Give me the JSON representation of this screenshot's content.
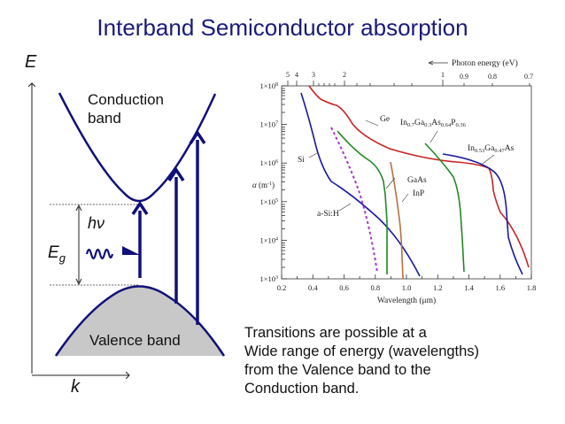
{
  "title": "Interband Semiconductor absorption",
  "band_diagram": {
    "energy_axis_label": "E",
    "momentum_axis_label": "k",
    "conduction_band_label_line1": "Conduction",
    "conduction_band_label_line2": "band",
    "valence_band_label": "Valence band",
    "photon_label": "hν",
    "gap_label": "E",
    "gap_label_sub": "g",
    "colors": {
      "band_lines": "#10107a",
      "valence_fill": "#c8c8c8",
      "title": "#1a1a7a"
    }
  },
  "description": {
    "lines": [
      "Transitions are possible at a",
      "Wide range of energy (wavelengths)",
      "from the Valence band to the",
      "Conduction band."
    ]
  },
  "chart_data": {
    "type": "line",
    "title": "",
    "xlabel": "Wavelength (µm)",
    "ylabel": "α (m⁻¹)",
    "top_axis_label": "← Photon energy (eV)",
    "top_axis_ticks": [
      "5",
      "4",
      "3",
      "2",
      "1",
      "0.9",
      "0.8",
      "0.7"
    ],
    "x_ticks": [
      "0.2",
      "0.4",
      "0.6",
      "0.8",
      "1.0",
      "1.2",
      "1.4",
      "1.6",
      "1.8"
    ],
    "y_ticks": [
      "1×10³",
      "1×10⁴",
      "1×10⁵",
      "1×10⁶",
      "1×10⁷",
      "1×10⁸"
    ],
    "xlim": [
      0.2,
      1.8
    ],
    "ylim": [
      1000,
      100000000
    ],
    "yscale": "log",
    "grid": false,
    "series": [
      {
        "name": "Ge",
        "color": "#cc2222",
        "x": [
          0.4,
          0.45,
          0.55,
          0.6,
          0.7,
          0.8,
          1.0,
          1.2,
          1.5,
          1.55,
          1.6,
          1.78
        ],
        "values": [
          100000000,
          55000000,
          40000000,
          25000000,
          10000000,
          5000000,
          2000000,
          1000000,
          600000,
          30000,
          8000,
          2000
        ]
      },
      {
        "name": "Si",
        "color": "#1a1aa0",
        "x": [
          0.35,
          0.4,
          0.45,
          0.5,
          0.6,
          0.8,
          0.9,
          1.0,
          1.08
        ],
        "values": [
          60000000,
          8000000,
          2000000,
          1000000,
          400000,
          80000,
          20000,
          5000,
          1500
        ]
      },
      {
        "name": "a-Si:H",
        "color": "#aa33cc",
        "style": "dashed",
        "x": [
          0.52,
          0.6,
          0.7,
          0.8
        ],
        "values": [
          6000000,
          1000000,
          50000,
          2000
        ]
      },
      {
        "name": "GaAs",
        "color": "#228822",
        "x": [
          0.55,
          0.7,
          0.85,
          0.87,
          0.88,
          0.89
        ],
        "values": [
          5000000,
          1000000,
          500000,
          100000,
          20000,
          1500
        ]
      },
      {
        "name": "InP",
        "color": "#b87040",
        "x": [
          0.88,
          0.9,
          0.93,
          0.95,
          0.96
        ],
        "values": [
          400000,
          150000,
          50000,
          10000,
          1000
        ]
      },
      {
        "name": "In0.7Ga0.3As0.64P0.36",
        "color": "#228822",
        "x": [
          1.0,
          1.2,
          1.35,
          1.37,
          1.4
        ],
        "values": [
          5000000,
          1500000,
          800000,
          30000,
          2000
        ]
      },
      {
        "name": "In0.53Ga0.47As",
        "color": "#1a1aa0",
        "x": [
          1.2,
          1.4,
          1.55,
          1.63,
          1.65,
          1.7,
          1.74
        ],
        "values": [
          2000000,
          1200000,
          400000,
          30000,
          5000,
          2000,
          1000
        ]
      }
    ],
    "annotations": [
      "Ge",
      "Si",
      "a-Si:H",
      "GaAs",
      "InP",
      "In0.7Ga0.3As0.64P0.36",
      "In0.53Ga0.47As"
    ]
  }
}
